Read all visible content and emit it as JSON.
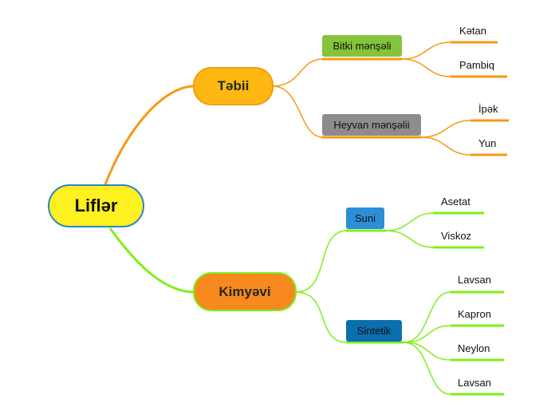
{
  "root": {
    "label": "Liflər"
  },
  "branches": [
    {
      "label": "Təbii",
      "children": [
        {
          "label": "Bitki mənşəli",
          "leaves": [
            "Kətan",
            "Pambiq"
          ]
        },
        {
          "label": "Heyvan mənşəlii",
          "leaves": [
            "İpək",
            "Yun"
          ]
        }
      ]
    },
    {
      "label": "Kimyəvi",
      "children": [
        {
          "label": "Suni",
          "leaves": [
            "Asetat",
            "Viskoz"
          ]
        },
        {
          "label": "Sintetik",
          "leaves": [
            "Lavsan",
            "Kapron",
            "Neylon",
            "Lavsan"
          ]
        }
      ]
    }
  ],
  "colors": {
    "root_fill": "#fff01f",
    "root_border": "#2b86c5",
    "tebii_fill": "#ffb812",
    "tebii_line": "#f59a12",
    "kimyevi_fill": "#f7891f",
    "kimyevi_line": "#7fef1a",
    "bitki_fill": "#84c43a",
    "heyvan_fill": "#8c8c8c",
    "suni_fill": "#2a8fd6",
    "sintetik_fill": "#0a6fae"
  }
}
